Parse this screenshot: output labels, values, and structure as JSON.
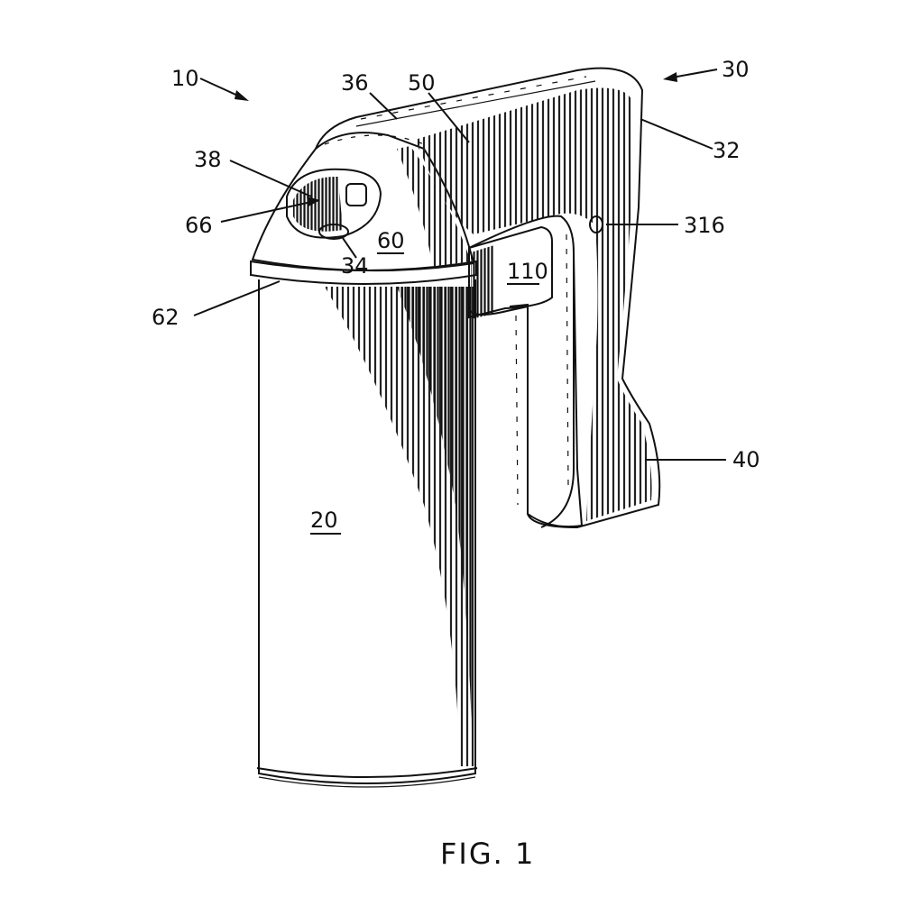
{
  "figure": {
    "caption": "FIG. 1",
    "labels": {
      "l10": "10",
      "l36": "36",
      "l50": "50",
      "l30": "30",
      "l32": "32",
      "l38": "38",
      "l66": "66",
      "l60": "60",
      "l34": "34",
      "l316": "316",
      "l110": "110",
      "l62": "62",
      "l20": "20",
      "l40": "40"
    }
  }
}
